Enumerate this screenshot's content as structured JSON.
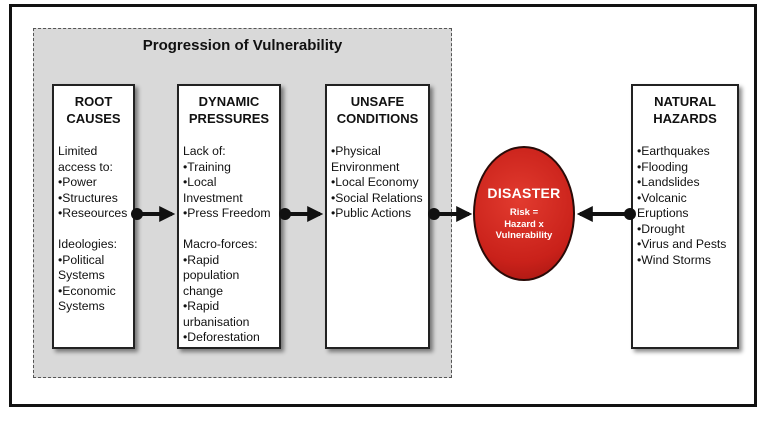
{
  "group": {
    "title": "Progression of Vulnerability"
  },
  "boxes": {
    "root": {
      "title": "ROOT\nCAUSES",
      "text": "Limited\naccess to:\n•Power\n•Structures\n•Reseources\n\nIdeologies:\n•Political\nSystems\n•Economic\nSystems"
    },
    "dynamic": {
      "title": "DYNAMIC\nPRESSURES",
      "text": "Lack of:\n•Training\n•Local Investment\n•Press Freedom\n\nMacro-forces:\n•Rapid population\nchange\n•Rapid\nurbanisation\n•Deforestation"
    },
    "unsafe": {
      "title": "UNSAFE\nCONDITIONS",
      "text": "•Physical\nEnvironment\n•Local Economy\n•Social Relations\n•Public Actions"
    },
    "natural": {
      "title": "NATURAL\nHAZARDS",
      "text": "•Earthquakes\n•Flooding\n•Landslides\n•Volcanic\nEruptions\n•Drought\n•Virus and Pests\n•Wind Storms"
    }
  },
  "disaster": {
    "title": "DISASTER",
    "text": "Risk =\nHazard x\nVulnerability"
  },
  "colors": {
    "disaster_fill": "#c9211a",
    "group_fill": "#d9d9d9"
  }
}
